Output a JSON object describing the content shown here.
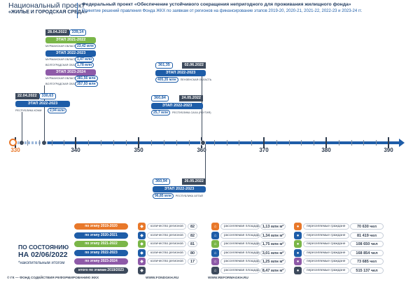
{
  "header": {
    "national_project": "Национальный проект",
    "national_project_sub": "«ЖИЛЬЕ И ГОРОДСКАЯ СРЕДА»",
    "federal_project": "Федеральный проект «Обеспечение устойчивого сокращения непригодного для проживания жилищного фонда»",
    "note": "Принятие решений правления Фонда ЖКХ по заявкам от регионов на финансирование этапов 2019-20, 2020-21, 2021-22, 2022-23 и 2023-24 гг."
  },
  "axis": {
    "ticks": [
      "330",
      "340",
      "350",
      "360",
      "370",
      "380",
      "390"
    ],
    "start_color": "#e8782a"
  },
  "callouts": {
    "a": {
      "date": "22.04.2022",
      "value": "330,63",
      "stage": "ЭТАП 2022-2023",
      "rows": [
        {
          "region": "РЕСПУБЛИКА КОМИ",
          "num": "2,94 млн"
        }
      ]
    },
    "b": {
      "date": "28.04.2022",
      "value": "339,14",
      "stages": [
        {
          "label": "ЭТАП 2021-2022",
          "rows": [
            {
              "region": "МУРМАНСКАЯ ОБЛАСТЬ",
              "num": "23,42 млн"
            }
          ]
        },
        {
          "label": "ЭТАП 2022-2023",
          "rows": [
            {
              "region": "МУРМАНСКАЯ ОБЛАСТЬ",
              "num": "1,47 млн"
            },
            {
              "region": "ВОЛГОГРАДСКАЯ ОБЛАСТЬ",
              "num": "1,78 млн"
            }
          ]
        },
        {
          "label": "ЭТАП 2023-2024",
          "rows": [
            {
              "region": "МУРМАНСКАЯ ОБЛАСТЬ",
              "num": "381,56 млн"
            },
            {
              "region": "ВОЛГОГРАДСКАЯ ОБЛАСТЬ",
              "num": "357,93 млн"
            }
          ]
        }
      ]
    },
    "c": {
      "date": "02.06.2022",
      "value": "361,35",
      "stage": "ЭТАП 2022-2023",
      "rows": [
        {
          "region": "ПЕНЗЕНСКАЯ ОБЛАСТЬ",
          "num": "405,35 млн"
        }
      ]
    },
    "d": {
      "date": "24.05.2022",
      "value": "360,84",
      "stage": "ЭТАП 2022-2023",
      "rows": [
        {
          "region": "РЕСПУБЛИКА САХА (ЯКУТИЯ)",
          "num": "25,7 млн"
        }
      ]
    },
    "e": {
      "date": "26.05.2022",
      "value": "360,94",
      "stage": "ЭТАП 2022-2023",
      "rows": [
        {
          "region": "РЕСПУБЛИКА АЛТАЙ",
          "num": "96,85 млн"
        }
      ]
    }
  },
  "status": {
    "line1": "ПО СОСТОЯНИЮ",
    "line2": "НА 02/06/2022",
    "line3": "*накопительным итогом"
  },
  "stages_table": {
    "stage_labels": [
      "по этапу 2019-2020",
      "по этапу 2020-2021",
      "по этапу 2021-2022",
      "по этапу 2022-2023",
      "по этапу 2023-2024",
      "итого по этапам 2019/2023"
    ],
    "stage_colors": [
      "#e8782a",
      "#1e5da8",
      "#7ab648",
      "#1e5da8",
      "#8e5aa8",
      "#3d4a5c"
    ],
    "regions_label": "количество регионов",
    "regions_values": [
      "82",
      "82",
      "81",
      "80",
      "17",
      ""
    ],
    "area_label": "расселяемая площадь",
    "area_values": [
      "1,13 млн м²",
      "1,34 млн м²",
      "1,75 млн м²",
      "3,01 млн м²",
      "1,25 млн м²",
      "8,47 млн м²"
    ],
    "people_label": "переселяемые граждане",
    "people_values": [
      "70 630 чел",
      "81 419 чел",
      "108 650 чел",
      "168 854 чел",
      "73 685 чел",
      "515 137 чел"
    ]
  },
  "footer": {
    "org": "© ГК — ФОНД СОДЕЙСТВИЯ РЕФОРМИРОВАНИЮ ЖКХ",
    "site1": "WWW.FONDGKH.RU",
    "site2": "WWW.REFORMAGKH.RU"
  },
  "icons": {
    "regions": "map-icon",
    "area": "house-icon",
    "people": "people-icon"
  }
}
